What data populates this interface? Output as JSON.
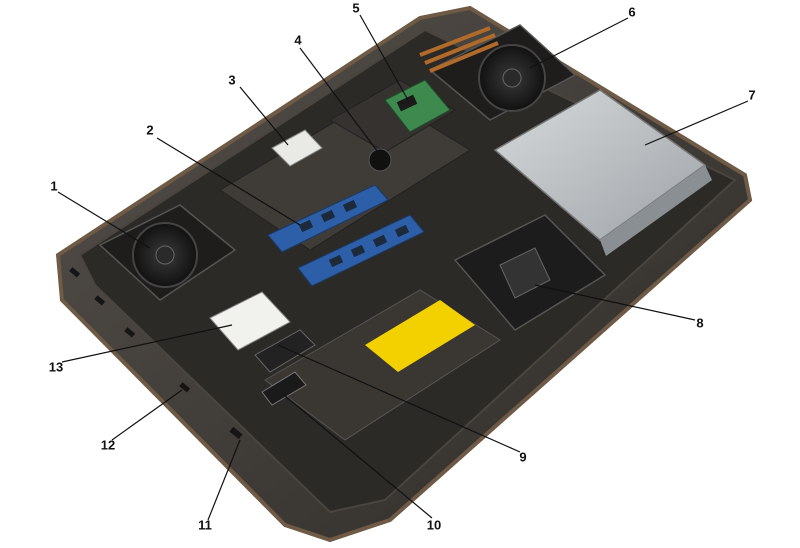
{
  "figure": {
    "subject": "laptop-bottom-internal-components",
    "callouts": [
      {
        "number": "1"
      },
      {
        "number": "2"
      },
      {
        "number": "3"
      },
      {
        "number": "4"
      },
      {
        "number": "5"
      },
      {
        "number": "6"
      },
      {
        "number": "7"
      },
      {
        "number": "8"
      },
      {
        "number": "9"
      },
      {
        "number": "10"
      },
      {
        "number": "11"
      },
      {
        "number": "12"
      },
      {
        "number": "13"
      }
    ]
  },
  "colors": {
    "chassis": "#3b3834",
    "chassis_edge": "#6e5a45",
    "tray": "#2c2a27",
    "ram_board": "#2c5fa8",
    "ram_chip": "#1d2a3a",
    "wlan_card": "#e9e9e6",
    "wwan_card": "#f1f1ee",
    "optical_drive": "#bfc3c6",
    "battery_label": "#f3d000",
    "fan": "#1a1a1a",
    "copper": "#b06a2a",
    "green_pcb": "#3e8a4e",
    "leader_line": "#111111"
  }
}
